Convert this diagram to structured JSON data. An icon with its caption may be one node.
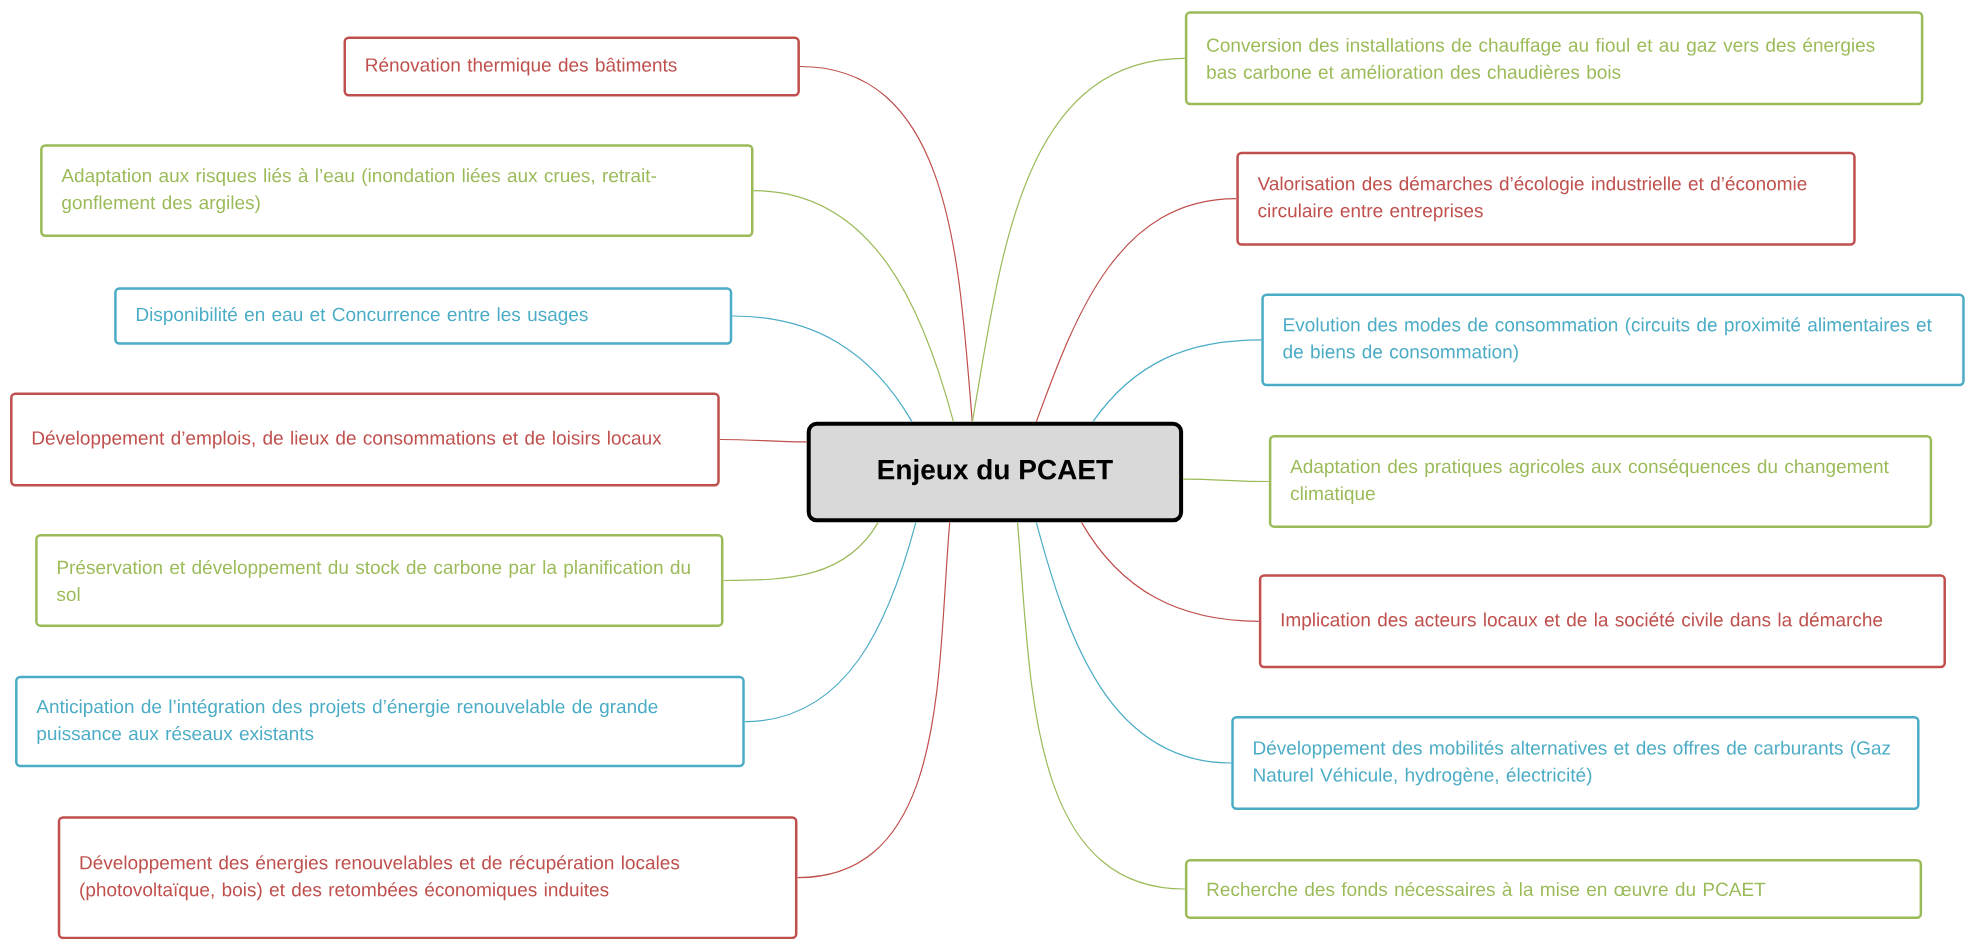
{
  "diagram": {
    "nodes": [
      {
        "text": [
          "Enjeux du PCAET"
        ]
      },
      {
        "text": [
          "Rénovation thermique des bâtiments"
        ]
      },
      {
        "text": [
          "Adaptation aux risques liés à l’eau (inondation liées aux crues, retrait-gonflement des argiles)"
        ]
      },
      {
        "text": [
          "Disponibilité en eau et Concurrence entre les usages"
        ]
      },
      {
        "text": [
          "Développement d’emplois, de lieux de consommations et de loisirs locaux"
        ]
      },
      {
        "text": [
          "Préservation et développement du stock de carbone par la planification du sol"
        ]
      },
      {
        "text": [
          "Anticipation de l’intégration des projets d’énergie renouvelable de grande puissance aux réseaux existants"
        ]
      },
      {
        "text": [
          "Développement des énergies renouvelables et de récupération locales (photovoltaïque, bois) et des retombées économiques induites"
        ]
      },
      {
        "text": [
          "Conversion des installations de chauffage au fioul et au gaz vers des énergies bas carbone et amélioration des chaudières bois"
        ]
      },
      {
        "text": [
          "Valorisation des démarches d’écologie industrielle et d’économie circulaire entre entreprises"
        ]
      },
      {
        "text": [
          "Evolution des modes de consommation (circuits de proximité alimentaires et de biens de consommation)"
        ]
      },
      {
        "text": [
          "Adaptation des pratiques agricoles aux conséquences du changement climatique"
        ]
      },
      {
        "text": [
          "Implication des acteurs locaux et de la société civile dans la démarche"
        ]
      },
      {
        "text": [
          "Développement des mobilités alternatives et des offres de carburants (Gaz Naturel Véhicule, hydrogène, électricité)"
        ]
      },
      {
        "text": [
          "Recherche des fonds nécessaires à la mise en œuvre du PCAET"
        ]
      }
    ],
    "edges": [
      {
        "from": 0,
        "to": 1,
        "arrow": "none",
        "color": "#c0504d"
      },
      {
        "from": 0,
        "to": 2,
        "arrow": "none",
        "color": "#9bbb59"
      },
      {
        "from": 0,
        "to": 3,
        "arrow": "none",
        "color": "#4bacc6"
      },
      {
        "from": 0,
        "to": 4,
        "arrow": "none",
        "color": "#c0504d"
      },
      {
        "from": 0,
        "to": 5,
        "arrow": "none",
        "color": "#9bbb59"
      },
      {
        "from": 0,
        "to": 6,
        "arrow": "none",
        "color": "#4bacc6"
      },
      {
        "from": 0,
        "to": 7,
        "arrow": "none",
        "color": "#c0504d"
      },
      {
        "from": 0,
        "to": 8,
        "arrow": "none",
        "color": "#9bbb59"
      },
      {
        "from": 0,
        "to": 9,
        "arrow": "none",
        "color": "#c0504d"
      },
      {
        "from": 0,
        "to": 10,
        "arrow": "none",
        "color": "#4bacc6"
      },
      {
        "from": 0,
        "to": 11,
        "arrow": "none",
        "color": "#9bbb59"
      },
      {
        "from": 0,
        "to": 12,
        "arrow": "none",
        "color": "#c0504d"
      },
      {
        "from": 0,
        "to": 13,
        "arrow": "none",
        "color": "#4bacc6"
      },
      {
        "from": 0,
        "to": 14,
        "arrow": "none",
        "color": "#9bbb59"
      }
    ]
  }
}
